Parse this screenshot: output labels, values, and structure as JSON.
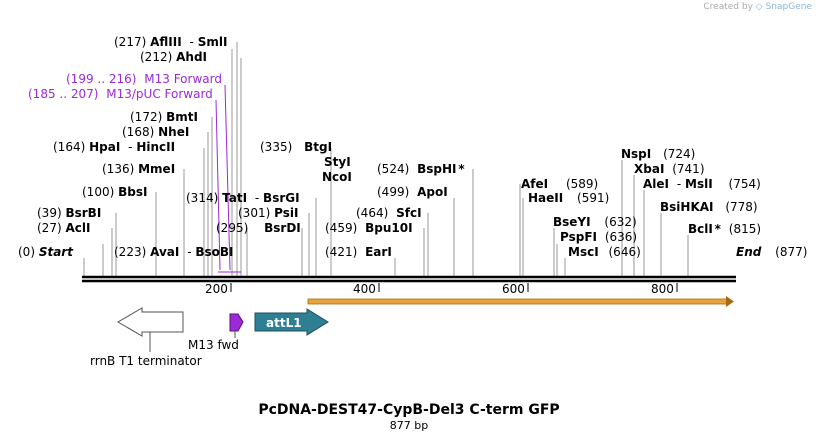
{
  "credit": {
    "prefix": "Created by",
    "brand": "SnapGene"
  },
  "title": "PcDNA-DEST47-CypB-Del3 C-term GFP",
  "subtitle": "877 bp",
  "map": {
    "length": 877,
    "ticks": [
      "200",
      "400",
      "600",
      "800"
    ]
  },
  "labels": {
    "start": {
      "pos": "(0)",
      "name": "Start"
    },
    "end": {
      "pos": "(877)",
      "name": "End"
    },
    "aflIII": {
      "pos": "(217)",
      "name": "AflIII",
      "sep": "-",
      "name2": "SmlI"
    },
    "ahdI": {
      "pos": "(212)",
      "name": "AhdI"
    },
    "m13fwd": {
      "pos": "(199 .. 216)",
      "name": "M13 Forward"
    },
    "m13puc": {
      "pos": "(185 .. 207)",
      "name": "M13/pUC Forward"
    },
    "bmtI": {
      "pos": "(172)",
      "name": "BmtI"
    },
    "nheI": {
      "pos": "(168)",
      "name": "NheI"
    },
    "hpaI": {
      "pos": "(164)",
      "name": "HpaI",
      "sep": "-",
      "name2": "HincII"
    },
    "mmeI": {
      "pos": "(136)",
      "name": "MmeI"
    },
    "bbsI": {
      "pos": "(100)",
      "name": "BbsI"
    },
    "bsrBI": {
      "pos": "(39)",
      "name": "BsrBI"
    },
    "aclI": {
      "pos": "(27)",
      "name": "AclI"
    },
    "avaI": {
      "pos": "(223)",
      "name": "AvaI",
      "sep": "-",
      "name2": "BsoBI"
    },
    "tatI": {
      "pos": "(314)",
      "name": "TatI",
      "sep": "-",
      "name2": "BsrGI"
    },
    "psiI": {
      "pos": "(301)",
      "name": "PsiI"
    },
    "bsrDI": {
      "pos": "(295)",
      "name": "BsrDI"
    },
    "btgI": {
      "pos": "(335)",
      "name": "BtgI"
    },
    "styI": {
      "name": "StyI"
    },
    "ncoI": {
      "name": "NcoI"
    },
    "bspHI": {
      "pos": "(524)",
      "name": "BspHI",
      "star": "*"
    },
    "apoI": {
      "pos": "(499)",
      "name": "ApoI"
    },
    "sfcI": {
      "pos": "(464)",
      "name": "SfcI"
    },
    "bpu10I": {
      "pos": "(459)",
      "name": "Bpu10I"
    },
    "earI": {
      "pos": "(421)",
      "name": "EarI"
    },
    "afeI": {
      "pos": "(589)",
      "name": "AfeI"
    },
    "haeII": {
      "pos": "(591)",
      "name": "HaeII"
    },
    "bseYI": {
      "pos": "(632)",
      "name": "BseYI"
    },
    "pspFI": {
      "pos": "(636)",
      "name": "PspFI"
    },
    "mscI": {
      "pos": "(646)",
      "name": "MscI"
    },
    "nspI": {
      "pos": "(724)",
      "name": "NspI"
    },
    "xbaI": {
      "pos": "(741)",
      "name": "XbaI"
    },
    "aleI": {
      "pos": "(754)",
      "name": "AleI",
      "sep": "-",
      "name2": "MslI"
    },
    "bsiHKAI": {
      "pos": "(778)",
      "name": "BsiHKAI"
    },
    "bclI": {
      "pos": "(815)",
      "name": "BclI",
      "star": "*"
    }
  },
  "features": {
    "rrnB": "rrnB T1 terminator",
    "m13": "M13 fwd",
    "attL1": "attL1"
  },
  "colors": {
    "primer": "#9a2bd6",
    "attL1": "#2e7f93",
    "orf": "#e8a33c",
    "m13fwd": "#9a2bd6"
  }
}
